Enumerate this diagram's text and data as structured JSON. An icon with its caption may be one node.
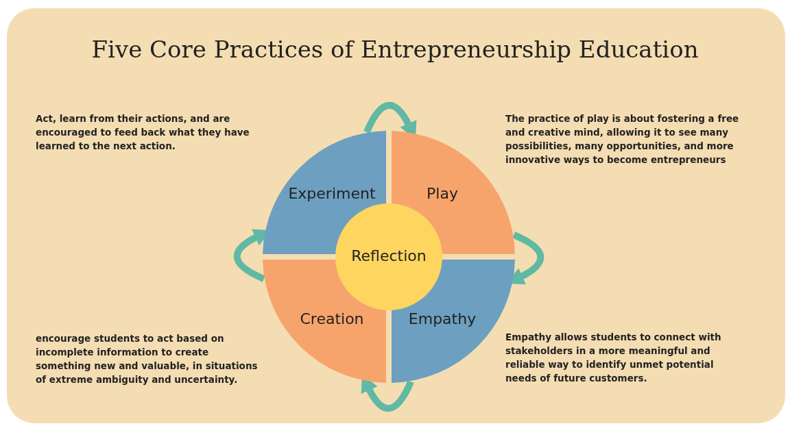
{
  "diagram": {
    "title": "Five Core Practices of Entrepreneurship Education",
    "nodes": [
      {
        "text": [
          "Experiment"
        ],
        "beside": [
          "Act, learn from their actions, and are encouraged to feed back what they have learned to the next action."
        ]
      },
      {
        "text": [
          "Play"
        ],
        "beside": [
          "The practice of play is about fostering a free and creative mind, allowing it to see many possibilities, many opportunities, and more innovative ways to become entrepreneurs"
        ]
      },
      {
        "text": [
          "Reflection"
        ]
      },
      {
        "text": [
          "Creation"
        ],
        "beside": [
          "encourage students to act based on incomplete information to create something new and valuable, in situations of extreme ambiguity and uncertainty."
        ]
      },
      {
        "text": [
          "Empathy"
        ],
        "beside": [
          "Empathy allows students to connect with stakeholders in a more meaningful and reliable way to identify unmet potential needs of future customers."
        ]
      }
    ],
    "edges": [
      {
        "from": 0,
        "to": 1,
        "arrow": "to"
      },
      {
        "from": 1,
        "to": 4,
        "arrow": "to"
      },
      {
        "from": 4,
        "to": 3,
        "arrow": "to"
      },
      {
        "from": 3,
        "to": 0,
        "arrow": "to"
      }
    ]
  }
}
